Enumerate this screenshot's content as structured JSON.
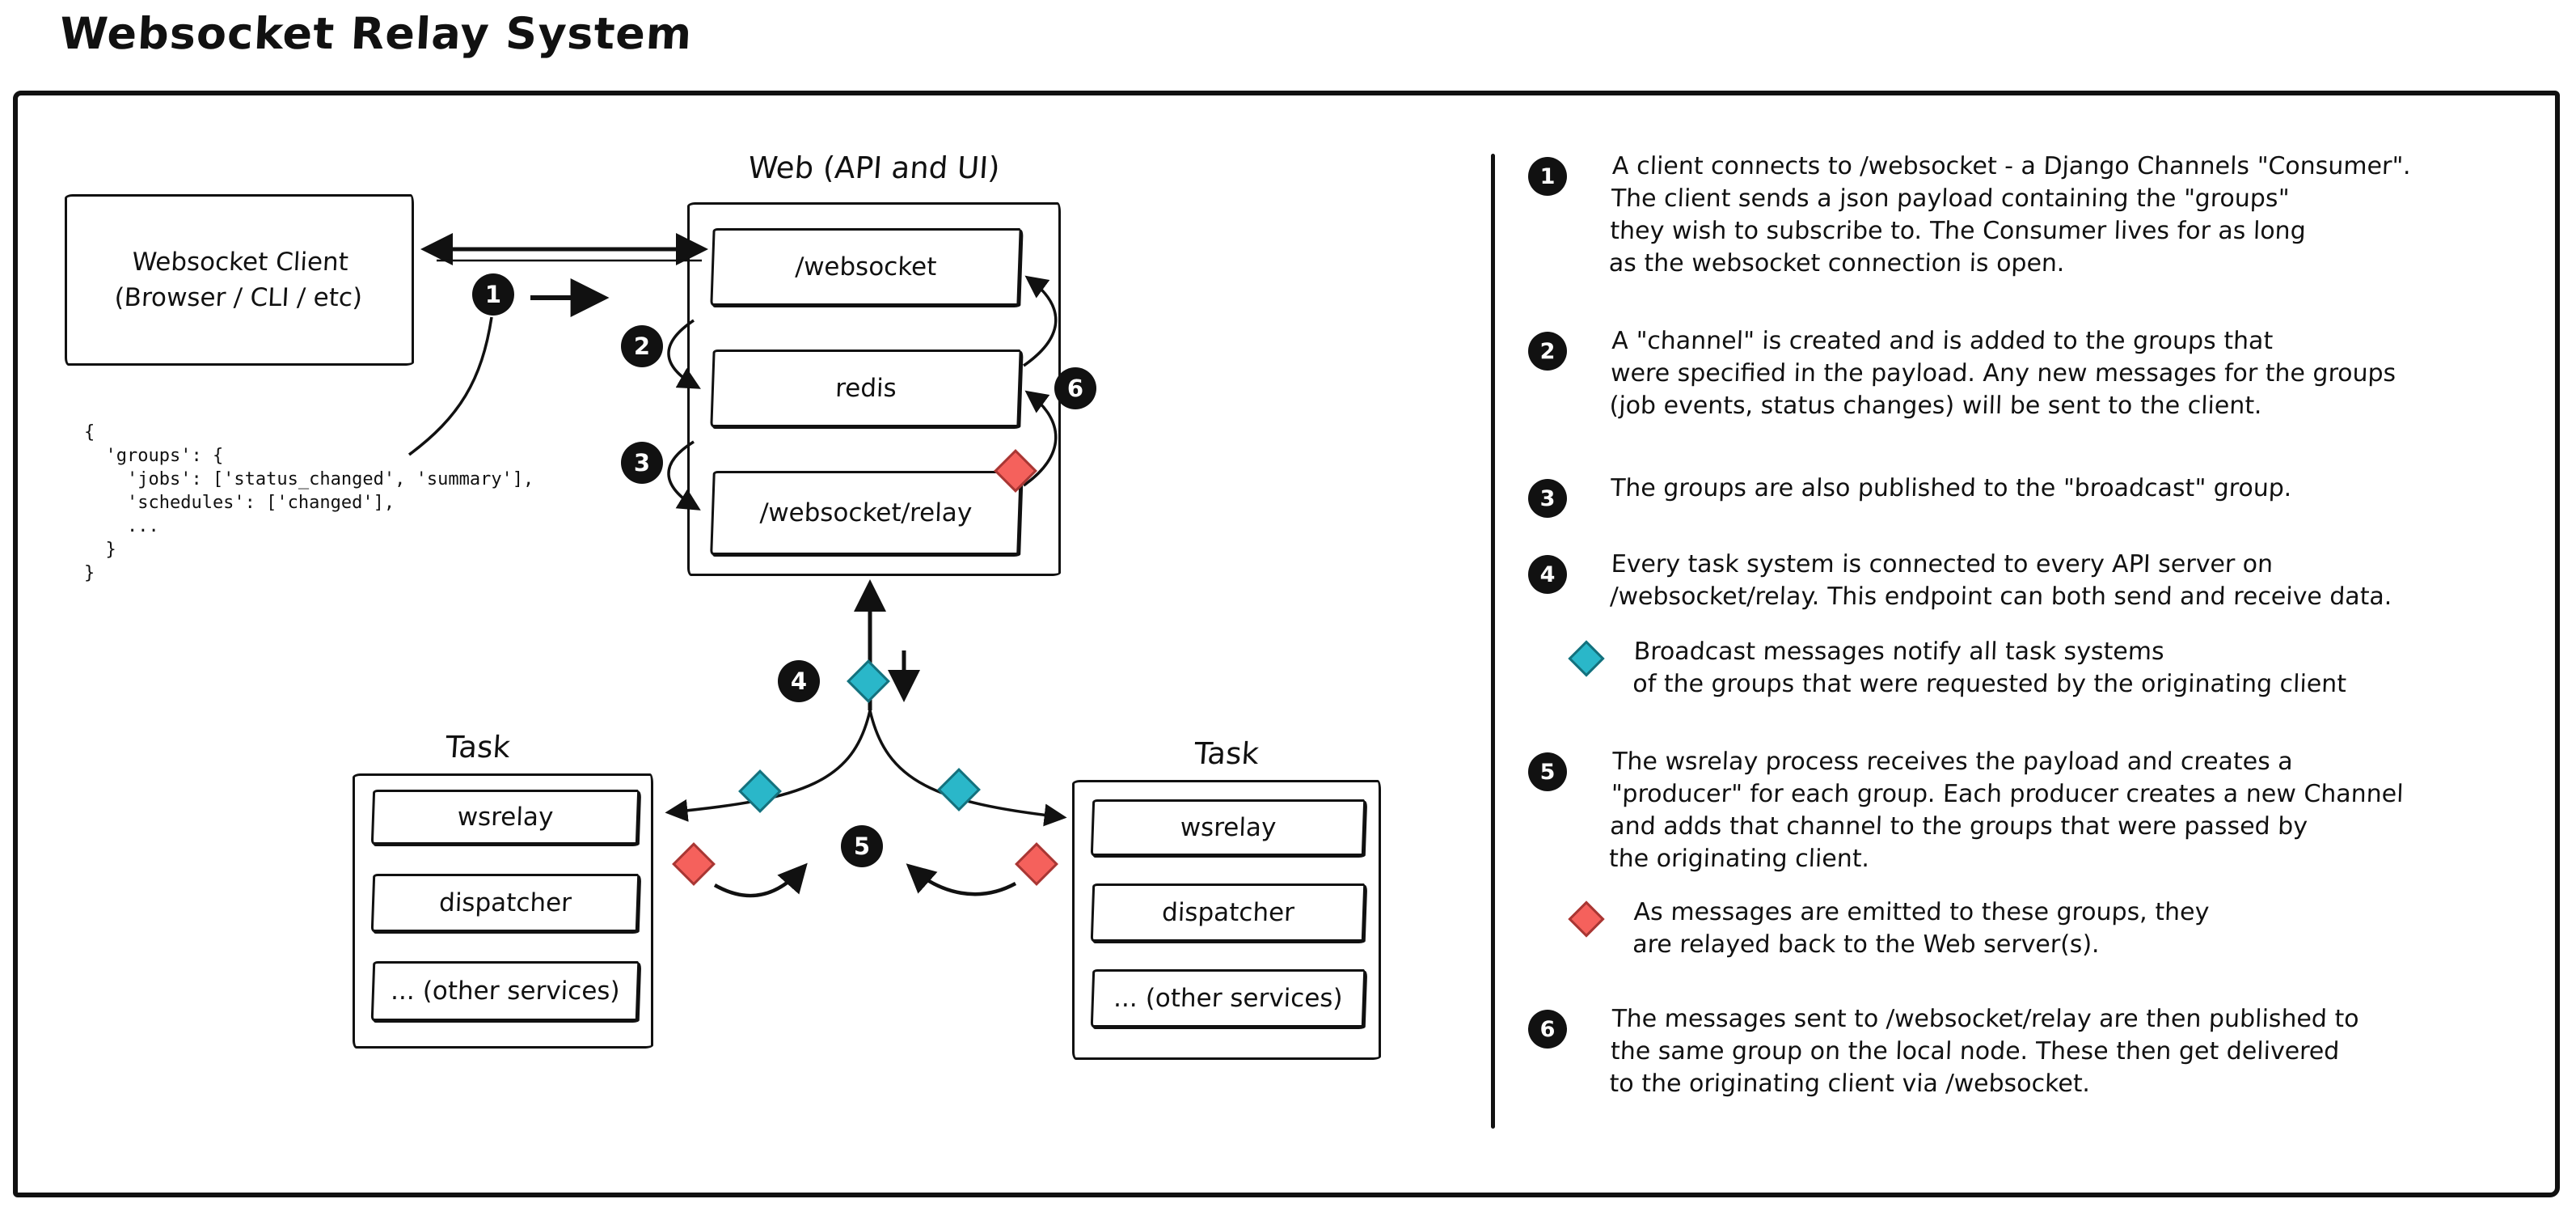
{
  "title": "Websocket Relay System",
  "diagram": {
    "web_group_label": "Web (API and UI)",
    "client_box": {
      "line1": "Websocket Client",
      "line2": "(Browser / CLI / etc)"
    },
    "web_boxes": [
      "/websocket",
      "redis",
      "/websocket/relay"
    ],
    "task_left": {
      "label": "Task",
      "boxes": [
        "wsrelay",
        "dispatcher",
        "... (other services)"
      ]
    },
    "task_right": {
      "label": "Task",
      "boxes": [
        "wsrelay",
        "dispatcher",
        "... (other services)"
      ]
    },
    "code_snippet": "{\n  'groups': {\n    'jobs': ['status_changed', 'summary'],\n    'schedules': ['changed'],\n    ...\n  }\n}",
    "step_badges": [
      "1",
      "2",
      "3",
      "4",
      "5",
      "6"
    ],
    "colors": {
      "broadcast_diamond": "#2ab7c9",
      "relay_diamond": "#f5615c",
      "ink": "#111111"
    }
  },
  "notes": {
    "items": [
      {
        "num": "1",
        "text": "A client connects to /websocket - a Django Channels \"Consumer\".\nThe client sends a json payload containing the \"groups\"\nthey wish to subscribe to. The Consumer lives for as long\nas the websocket connection is open."
      },
      {
        "num": "2",
        "text": "A \"channel\" is created and is added to the groups that\nwere specified in the payload. Any new messages for the groups\n(job events, status changes) will be sent to the client."
      },
      {
        "num": "3",
        "text": "The groups are also published to the \"broadcast\" group."
      },
      {
        "num": "4",
        "text": "Every task system is connected to every API server on\n/websocket/relay. This endpoint can both send and receive data.",
        "sub": {
          "color": "teal",
          "text": "Broadcast messages notify all task systems\nof the groups that were requested by the originating client"
        }
      },
      {
        "num": "5",
        "text": "The wsrelay process receives the payload and creates a\n\"producer\" for each group. Each producer creates a new Channel\nand adds that channel to the groups that were passed by\nthe originating client.",
        "sub": {
          "color": "red",
          "text": "As messages are emitted to these groups, they\nare relayed back to the Web server(s)."
        }
      },
      {
        "num": "6",
        "text": "The messages sent to /websocket/relay are then published to\nthe same group on the local node. These then get delivered\nto the originating client via /websocket."
      }
    ]
  }
}
